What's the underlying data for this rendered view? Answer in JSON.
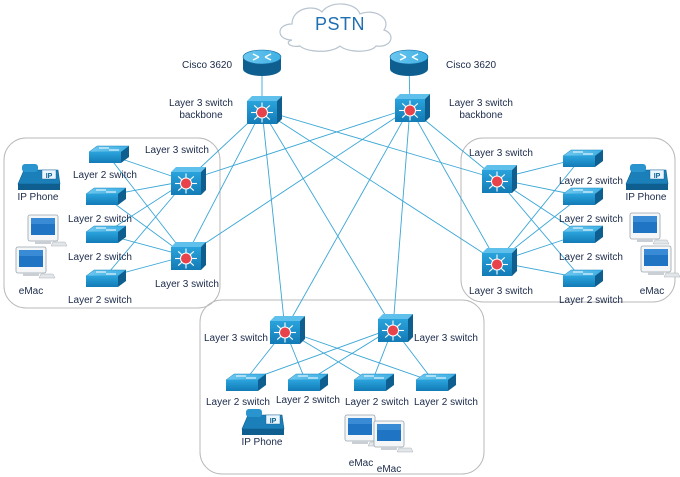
{
  "cloud": {
    "label": "PSTN"
  },
  "routers": {
    "left": "Cisco 3620",
    "right": "Cisco 3620"
  },
  "backbone": {
    "left": [
      "Layer 3 switch",
      "backbone"
    ],
    "right": [
      "Layer 3 switch",
      "backbone"
    ]
  },
  "left_group": {
    "l3_top": "Layer 3 switch",
    "l3_bottom": "Layer 3 switch",
    "l2": [
      "Layer 2 switch",
      "Layer 2 switch",
      "Layer 2 switch",
      "Layer 2 switch"
    ],
    "phone": "IP Phone",
    "emac": "eMac"
  },
  "right_group": {
    "l3_top": "Layer 3 switch",
    "l3_bottom": "Layer 3 switch",
    "l2": [
      "Layer 2 switch",
      "Layer 2 switch",
      "Layer 2 switch",
      "Layer 2 switch"
    ],
    "phone": "IP Phone",
    "emac": "eMac"
  },
  "bottom_group": {
    "l3_left": "Layer 3 switch",
    "l3_right": "Layer 3 switch",
    "l2": [
      "Layer 2 switch",
      "Layer 2 switch",
      "Layer 2 switch",
      "Layer 2 switch"
    ],
    "phone": "IP Phone",
    "emac_1": "eMac",
    "emac_2": "eMac"
  },
  "icons": {
    "phone_badge": "IP"
  },
  "colors": {
    "line": "#3aa6d6",
    "device": "#1d8fc8",
    "device_dark": "#0e5f8f",
    "hub": "#e8424a",
    "group_border": "#b9b9b9"
  }
}
